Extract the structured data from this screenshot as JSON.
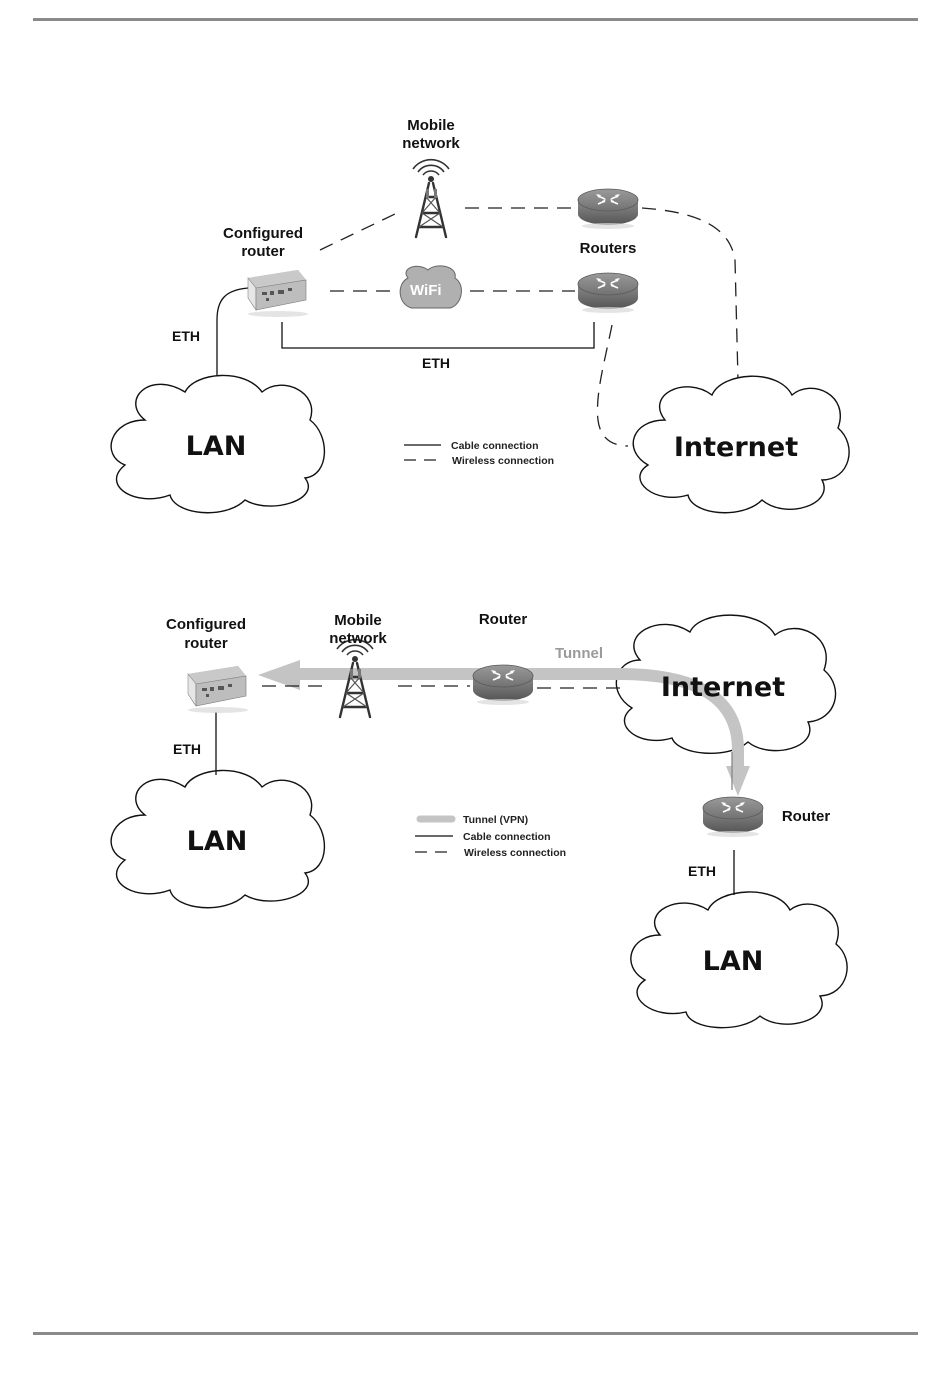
{
  "top_diagram": {
    "mobile_network_line1": "Mobile",
    "mobile_network_line2": "network",
    "configured_router_line1": "Configured",
    "configured_router_line2": "router",
    "routers_label": "Routers",
    "eth_left": "ETH",
    "eth_bottom": "ETH",
    "lan_label": "LAN",
    "internet_label": "Internet",
    "wifi_badge": "WiFi",
    "legend": {
      "cable": "Cable connection",
      "wireless": "Wireless connection"
    }
  },
  "bottom_diagram": {
    "configured_router_line1": "Configured",
    "configured_router_line2": "router",
    "mobile_network_line1": "Mobile",
    "mobile_network_line2": "network",
    "router_top": "Router",
    "tunnel_label": "Tunnel",
    "internet_label": "Internet",
    "router_right": "Router",
    "eth_left": "ETH",
    "eth_right": "ETH",
    "lan_left": "LAN",
    "lan_right": "LAN",
    "legend": {
      "tunnel": "Tunnel (VPN)",
      "cable": "Cable connection",
      "wireless": "Wireless connection"
    }
  },
  "colors": {
    "rule": "#8a8a8a",
    "tunnel": "#c4c4c4",
    "line": "#111111"
  }
}
